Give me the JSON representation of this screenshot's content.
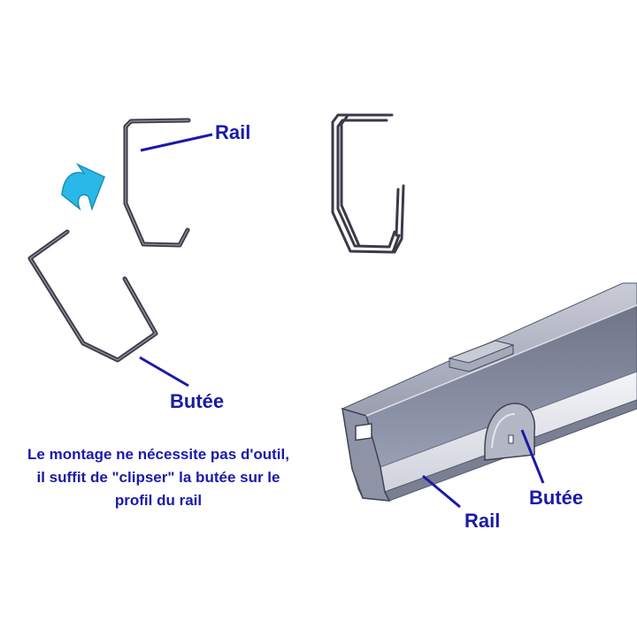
{
  "labels": {
    "rail_top": "Rail",
    "butee_left": "Butée",
    "butee_right": "Butée",
    "rail_bottom": "Rail"
  },
  "caption": {
    "line1": "Le montage ne nécessite pas d'outil,",
    "line2": "il suffit de \"clipser\" la butée sur le",
    "line3": "profil du rail"
  },
  "colors": {
    "label_text": "#1a1aa8",
    "arrow": "#29b8e8",
    "profile_stroke": "#3a3a48",
    "rail_body": "#8e93a6",
    "rail_highlight": "#e6e7ee"
  },
  "icons": {
    "arrow": "curved-arrow-icon"
  }
}
